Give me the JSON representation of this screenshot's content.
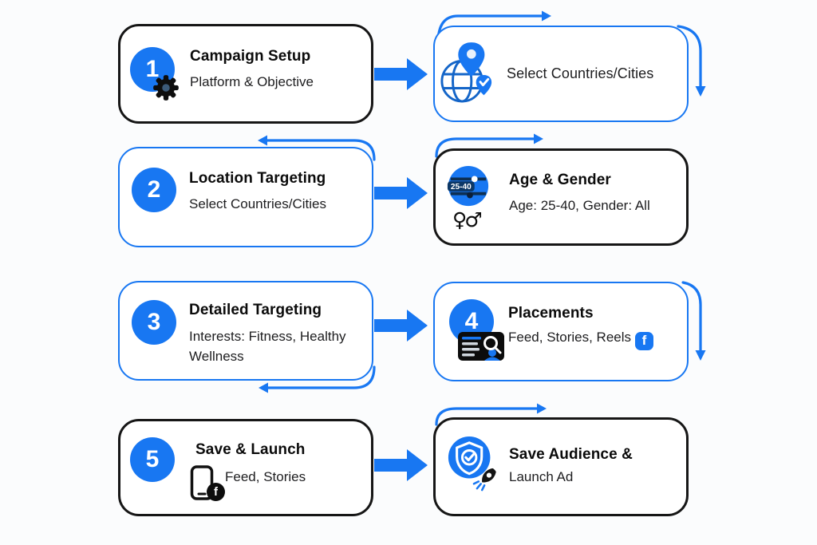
{
  "colors": {
    "blue": "#1877F2",
    "card_border_black": "#161616",
    "background": "#fbfcfd",
    "slider_line": "#0d2f52"
  },
  "icons": {
    "facebook_f": "f",
    "gender_symbols": "♀♂",
    "age_badge": "25-40"
  },
  "cards": [
    {
      "number": "1",
      "title": "Campaign Setup",
      "subtitle": "Platform & Objective"
    },
    {
      "title": "Select Countries/Cities"
    },
    {
      "number": "2",
      "title": "Location Targeting",
      "subtitle": "Select Countries/Cities"
    },
    {
      "title": "Age & Gender",
      "subtitle": "Age: 25-40, Gender: All"
    },
    {
      "number": "3",
      "title": "Detailed Targeting",
      "subtitle": "Interests: Fitness, Healthy Wellness"
    },
    {
      "number": "4",
      "title": "Placements",
      "subtitle": "Feed, Stories, Reels"
    },
    {
      "number": "5",
      "title": "Save & Launch",
      "subtitle": "Feed, Stories"
    },
    {
      "title": "Save Audience &",
      "subtitle": "Launch Ad"
    }
  ]
}
